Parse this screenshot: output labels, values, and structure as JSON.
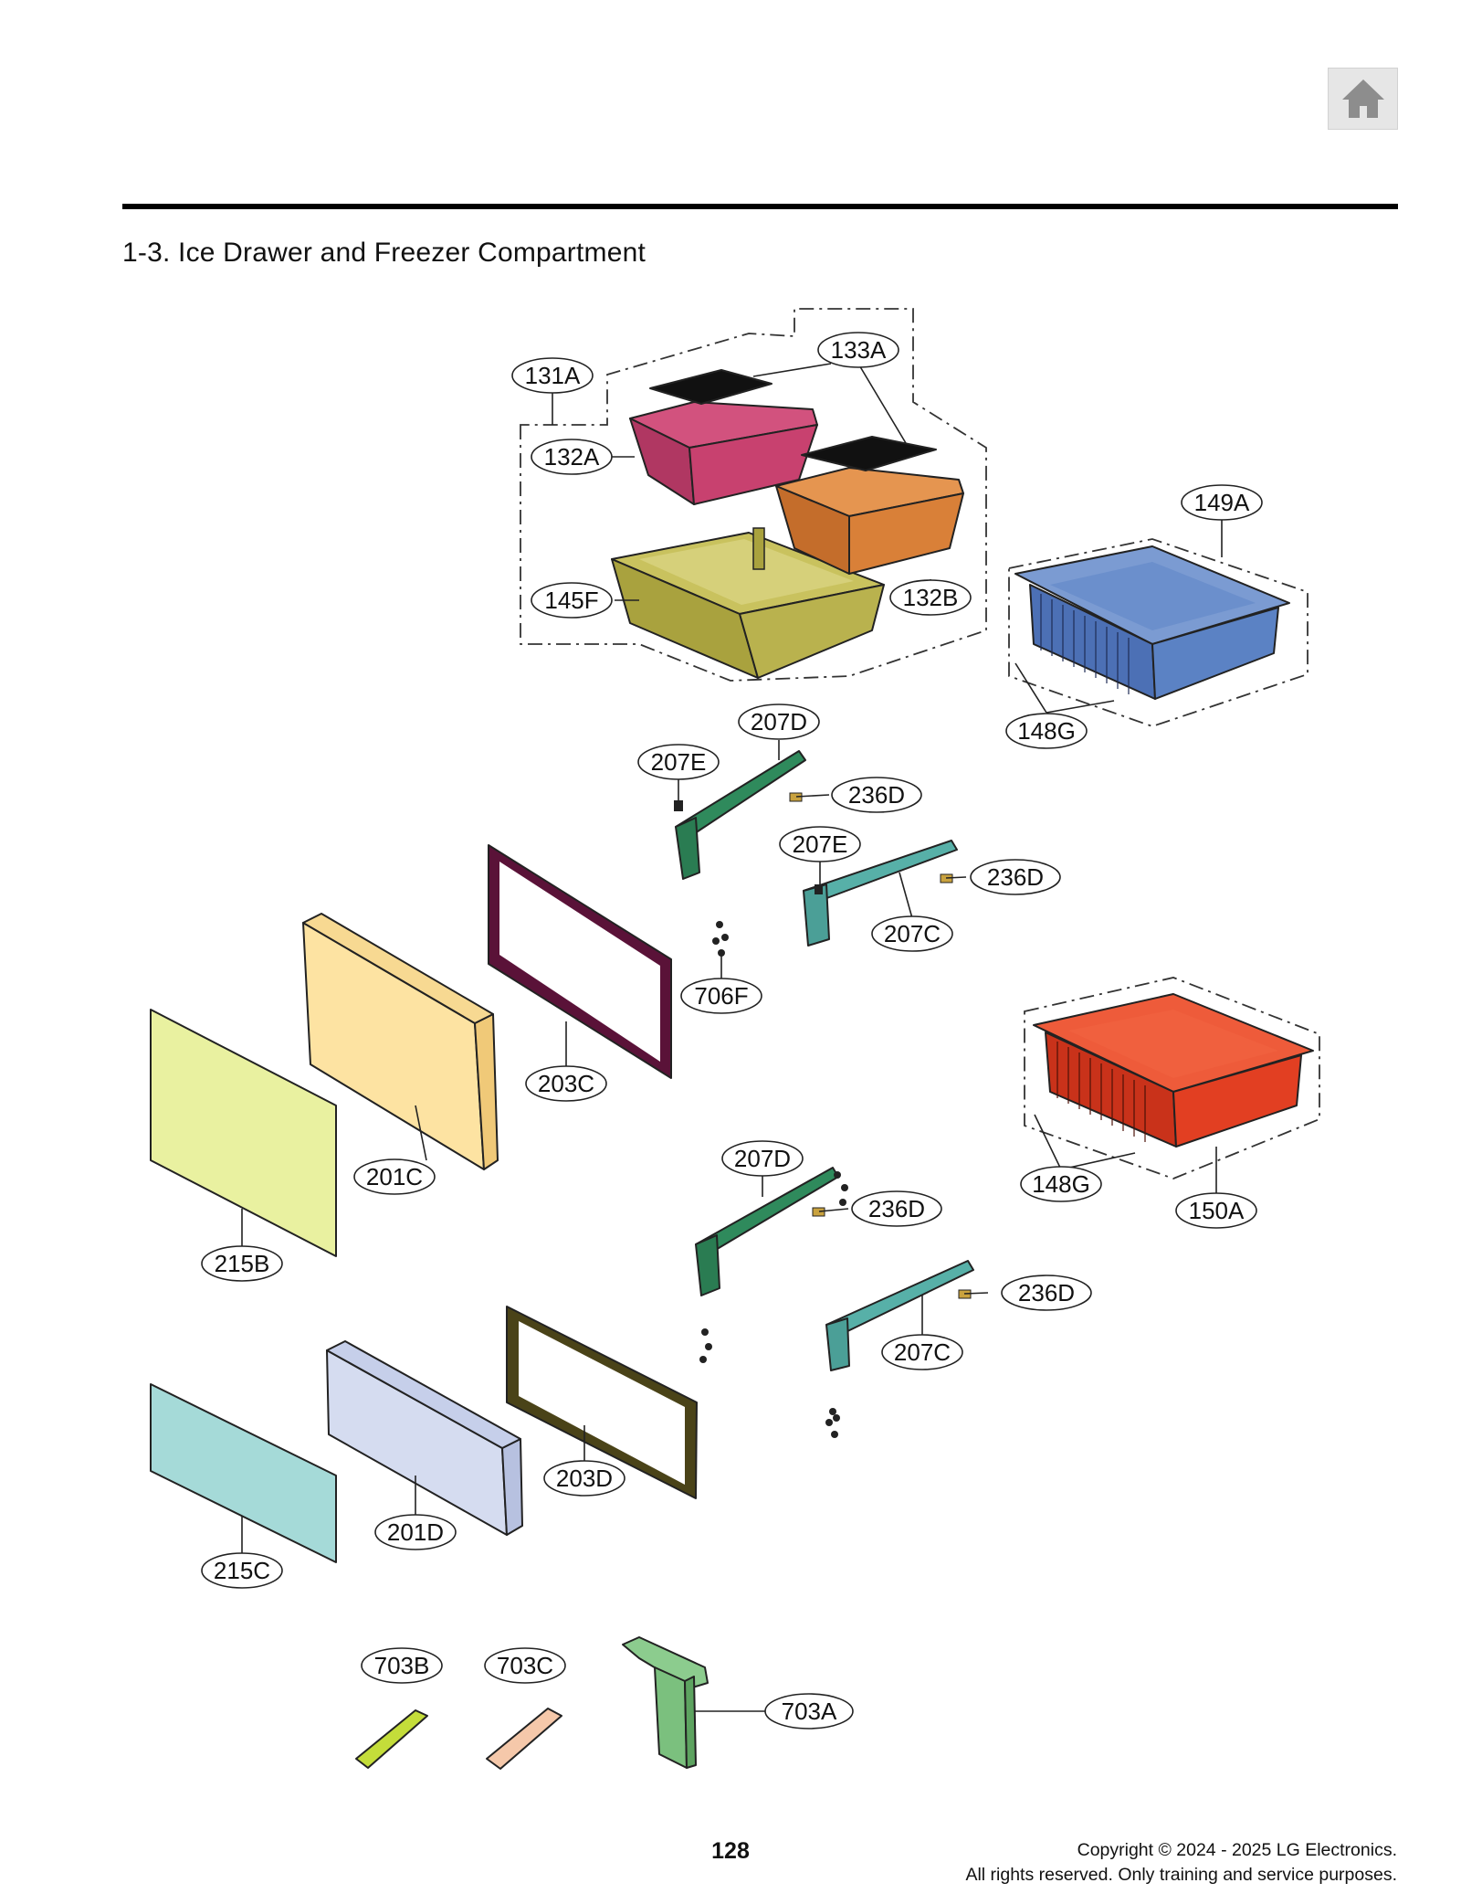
{
  "header": {
    "home_icon": "home-icon"
  },
  "section_title": "1-3. Ice Drawer and Freezer Compartment",
  "callouts": [
    {
      "id": "131A",
      "label": "131A"
    },
    {
      "id": "133A",
      "label": "133A"
    },
    {
      "id": "132A",
      "label": "132A"
    },
    {
      "id": "149A",
      "label": "149A"
    },
    {
      "id": "145F",
      "label": "145F"
    },
    {
      "id": "132B",
      "label": "132B"
    },
    {
      "id": "207D-1",
      "label": "207D"
    },
    {
      "id": "148G-1",
      "label": "148G"
    },
    {
      "id": "207E-1",
      "label": "207E"
    },
    {
      "id": "236D-1",
      "label": "236D"
    },
    {
      "id": "207E-2",
      "label": "207E"
    },
    {
      "id": "236D-2",
      "label": "236D"
    },
    {
      "id": "207C-1",
      "label": "207C"
    },
    {
      "id": "706F",
      "label": "706F"
    },
    {
      "id": "203C",
      "label": "203C"
    },
    {
      "id": "201C",
      "label": "201C"
    },
    {
      "id": "148G-2",
      "label": "148G"
    },
    {
      "id": "150A",
      "label": "150A"
    },
    {
      "id": "207D-2",
      "label": "207D"
    },
    {
      "id": "236D-3",
      "label": "236D"
    },
    {
      "id": "215B",
      "label": "215B"
    },
    {
      "id": "236D-4",
      "label": "236D"
    },
    {
      "id": "207C-2",
      "label": "207C"
    },
    {
      "id": "203D",
      "label": "203D"
    },
    {
      "id": "201D",
      "label": "201D"
    },
    {
      "id": "215C",
      "label": "215C"
    },
    {
      "id": "703B",
      "label": "703B"
    },
    {
      "id": "703C",
      "label": "703C"
    },
    {
      "id": "703A",
      "label": "703A"
    }
  ],
  "footer": {
    "page_number": "128",
    "copyright_line1": "Copyright © 2024 - 2025 LG Electronics.",
    "copyright_line2": "All rights reserved. Only training and service purposes."
  },
  "colors": {
    "bin_132A": "#c8416f",
    "bin_132B": "#d98038",
    "tray_145F": "#b9b24e",
    "basket_149A": "#5b82c4",
    "basket_150A": "#e23f22",
    "rail_207D": "#2f8a5c",
    "rail_207C": "#57b0a8",
    "frame_203C": "#5a1238",
    "frame_203D": "#4a4318",
    "panel_201C": "#fde3a2",
    "panel_201D": "#d5dcf0",
    "glass_215B": "#e9f1a0",
    "glass_215C": "#a5dad8",
    "part_703B": "#c4dd3a",
    "part_703C": "#f5c8aa",
    "part_703A": "#7bc07e"
  }
}
